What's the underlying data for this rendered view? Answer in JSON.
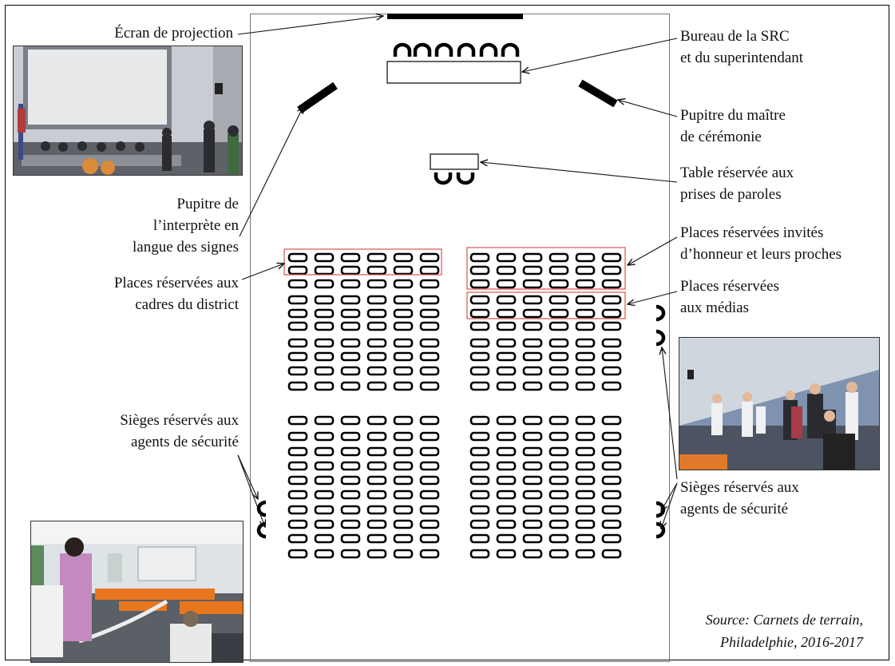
{
  "labels": {
    "screen": "Écran de projection",
    "bureau": [
      "Bureau de la SRC",
      "et du superintendant"
    ],
    "pupitre_mc": [
      "Pupitre du maître",
      "de cérémonie"
    ],
    "table": [
      "Table réservée aux",
      "prises de paroles"
    ],
    "interprete": [
      "Pupitre de",
      "l’interprète en",
      "langue des signes"
    ],
    "invites": [
      "Places réservées invités",
      "d’honneur et leurs proches"
    ],
    "cadres": [
      "Places réservées aux",
      "cadres du district"
    ],
    "medias": [
      "Places réservées",
      "aux médias"
    ],
    "securite_left": [
      "Sièges réservés aux",
      "agents de sécurité"
    ],
    "securite_right": [
      "Sièges réservés aux",
      "agents de sécurité"
    ]
  },
  "source": [
    "Source: Carnets de terrain,",
    "Philadelphie, 2016-2017"
  ],
  "photos": [
    {
      "name": "photo-stage-panel",
      "icon": "photo-icon"
    },
    {
      "name": "photo-security-crowd",
      "icon": "photo-icon"
    },
    {
      "name": "photo-audience-room",
      "icon": "photo-icon"
    }
  ],
  "colors": {
    "highlight_box": "#d9534f",
    "seat": "#000000"
  }
}
